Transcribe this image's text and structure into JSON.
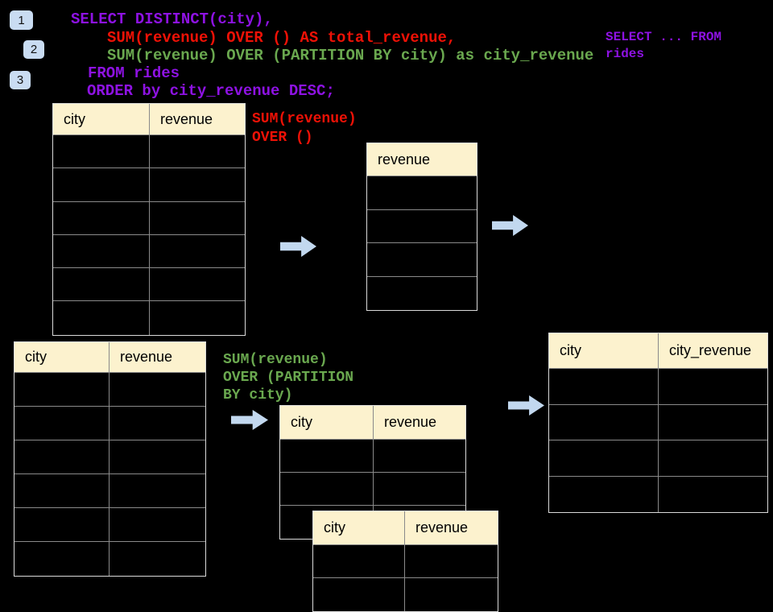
{
  "colors": {
    "bg": "#000000",
    "purple": "#8E12E3",
    "red": "#EE1106",
    "green": "#6AA84F",
    "header-fill": "#FCF2CE",
    "arrow-blue": "#C2D8EF",
    "badge-blue": "#C9DCF2",
    "border-gray": "#8A8A8A",
    "border-light": "#DADADA"
  },
  "badges": {
    "step1": "1",
    "step2": "2",
    "step3": "3"
  },
  "code": {
    "line1": "SELECT DISTINCT(city),",
    "line2": "SUM(revenue) OVER () AS total_revenue,",
    "line3": "SUM(revenue) OVER (PARTITION BY city) as city_revenue",
    "line4": "FROM rides",
    "line5": "ORDER by city_revenue DESC;"
  },
  "side_note": {
    "line1": "SELECT ... FROM",
    "line2": "rides"
  },
  "labels": {
    "total_line1": "SUM(revenue)",
    "total_line2": "OVER ()",
    "partition_line1": "SUM(revenue)",
    "partition_line2": "OVER (PARTITION",
    "partition_line3": "BY city)"
  },
  "tables": {
    "source_top": {
      "headers": [
        "city",
        "revenue"
      ],
      "row_count": 6,
      "rows_empty": true
    },
    "total_revenue": {
      "headers": [
        "revenue"
      ],
      "row_count": 4,
      "rows_empty": true
    },
    "source_bottom": {
      "headers": [
        "city",
        "revenue"
      ],
      "row_count": 6,
      "rows_empty": true
    },
    "partition_mid": {
      "headers": [
        "city",
        "revenue"
      ],
      "row_count": 3,
      "rows_empty": true
    },
    "partition_overlap": {
      "headers": [
        "city",
        "revenue"
      ],
      "row_count": 2,
      "rows_empty": true
    },
    "result": {
      "headers": [
        "city",
        "city_revenue"
      ],
      "row_count": 4,
      "rows_empty": true
    }
  }
}
